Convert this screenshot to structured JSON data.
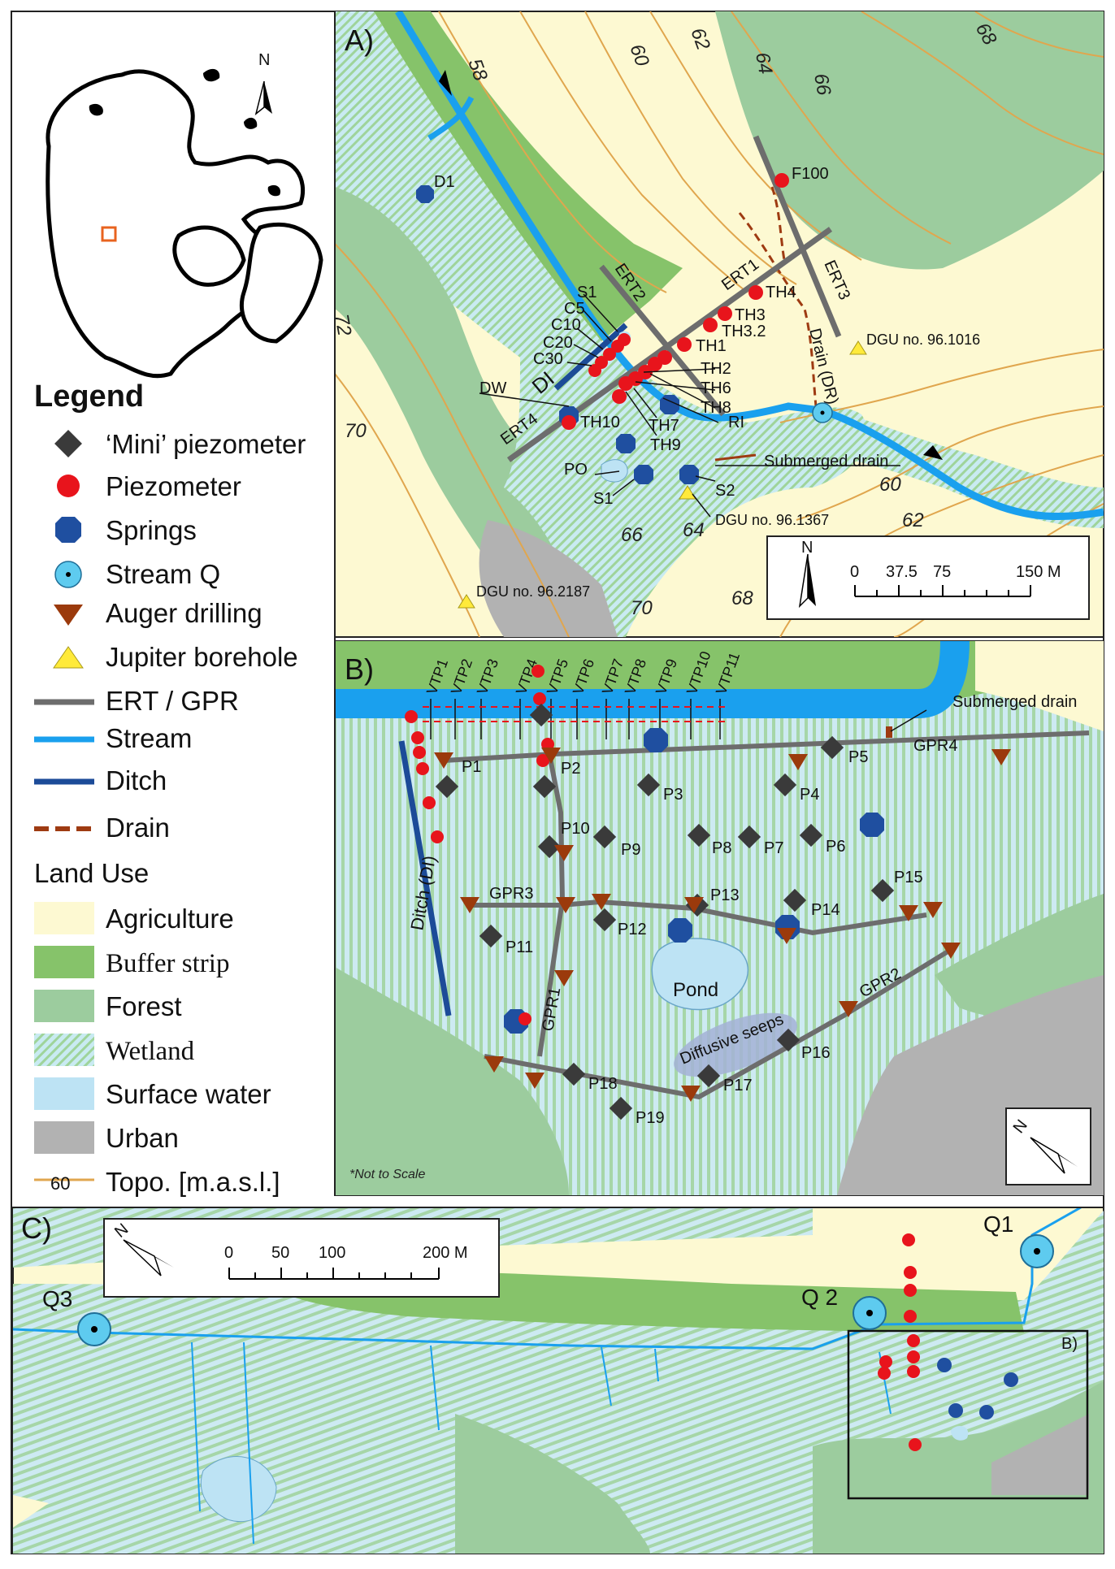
{
  "panels": {
    "A": "A)",
    "B": "B)",
    "C": "C)"
  },
  "overview": {
    "north": "N"
  },
  "legend": {
    "title": "Legend",
    "items": [
      {
        "key": "mini_piezometer",
        "label": "‘Mini’ piezometer",
        "icon": "black-diamond",
        "color": "#3a3a3a"
      },
      {
        "key": "piezometer",
        "label": "Piezometer",
        "icon": "red-circle",
        "color": "#e8141c"
      },
      {
        "key": "springs",
        "label": "Springs",
        "icon": "blue-octagon",
        "color": "#1f4fa0"
      },
      {
        "key": "stream_q",
        "label": "Stream Q",
        "icon": "cyan-target",
        "color": "#5ecbef"
      },
      {
        "key": "auger",
        "label": "Auger drilling",
        "icon": "brown-triangle",
        "color": "#9b3a0c"
      },
      {
        "key": "jupiter",
        "label": "Jupiter borehole",
        "icon": "yellow-triangle",
        "color": "#ffea3a"
      },
      {
        "key": "ert_gpr",
        "label": "ERT / GPR",
        "icon": "grey-line",
        "color": "#6d6d6d"
      },
      {
        "key": "stream",
        "label": "Stream",
        "icon": "blue-line",
        "color": "#1aa0ee"
      },
      {
        "key": "ditch",
        "label": "Ditch",
        "icon": "navy-line",
        "color": "#1c4b98"
      },
      {
        "key": "drain",
        "label": "Drain",
        "icon": "dashed-brown-line",
        "color": "#9e3b12"
      }
    ],
    "landuse_title": "Land Use",
    "landuse": [
      {
        "key": "agriculture",
        "label": "Agriculture",
        "color": "#fdf9d2"
      },
      {
        "key": "buffer",
        "label": "Buffer strip",
        "color": "#86c36a"
      },
      {
        "key": "forest",
        "label": "Forest",
        "color": "#9ccc9e"
      },
      {
        "key": "wetland",
        "label": "Wetland",
        "color": "#bfe6ef"
      },
      {
        "key": "surface_water",
        "label": "Surface water",
        "color": "#bde3f4"
      },
      {
        "key": "urban",
        "label": "Urban",
        "color": "#b2b2b2"
      }
    ],
    "topo_value": "60",
    "topo_label": "Topo. [m.a.s.l.]"
  },
  "panelA": {
    "contours": [
      "58",
      "60",
      "62",
      "64",
      "66",
      "68",
      "72",
      "70",
      "60",
      "62",
      "64",
      "66",
      "68",
      "70"
    ],
    "points": {
      "D1": "D1",
      "F100": "F100",
      "ERT1": "ERT1",
      "ERT2": "ERT2",
      "ERT3": "ERT3",
      "ERT4": "ERT4",
      "TH4": "TH4",
      "TH3": "TH3",
      "TH32": "TH3.2",
      "TH1": "TH1",
      "TH2": "TH2",
      "TH6": "TH6",
      "TH8": "TH8",
      "RI": "RI",
      "TH7": "TH7",
      "TH9": "TH9",
      "TH10": "TH10",
      "S1top": "S1",
      "C5": "C5",
      "C10": "C10",
      "C20": "C20",
      "C30": "C30",
      "DI": "DI",
      "DW": "DW",
      "PO": "PO",
      "S1": "S1",
      "S2": "S2",
      "DR": "Drain (DR)",
      "subdrain": "Submerged drain",
      "dgu1": "DGU no. 96.1016",
      "dgu2": "DGU no. 96.1367",
      "dgu3": "DGU no. 96.2187"
    },
    "scale": {
      "north": "N",
      "t0": "0",
      "t1": "37.5",
      "t2": "75",
      "t3": "150 M"
    }
  },
  "panelB": {
    "vtp": [
      "VTP1",
      "VTP2",
      "VTP3",
      "VTP4",
      "VTP5",
      "VTP6",
      "VTP7",
      "VTP8",
      "VTP9",
      "VTP10",
      "VTP11"
    ],
    "p": [
      "P1",
      "P2",
      "P3",
      "P4",
      "P5",
      "P6",
      "P7",
      "P8",
      "P9",
      "P10",
      "P11",
      "P12",
      "P13",
      "P14",
      "P15",
      "P16",
      "P17",
      "P18",
      "P19"
    ],
    "gpr": [
      "GPR1",
      "GPR2",
      "GPR3",
      "GPR4"
    ],
    "subdrain": "Submerged drain",
    "ditch": "Ditch (DI)",
    "pond": "Pond",
    "seeps": "Diffusive seeps",
    "not_to_scale": "*Not to Scale",
    "north": "N"
  },
  "panelC": {
    "q": [
      "Q1",
      "Q 2",
      "Q3"
    ],
    "boxlabel": "B)",
    "scale": {
      "north": "N",
      "t0": "0",
      "t1": "50",
      "t2": "100",
      "t3": "200 M"
    }
  }
}
